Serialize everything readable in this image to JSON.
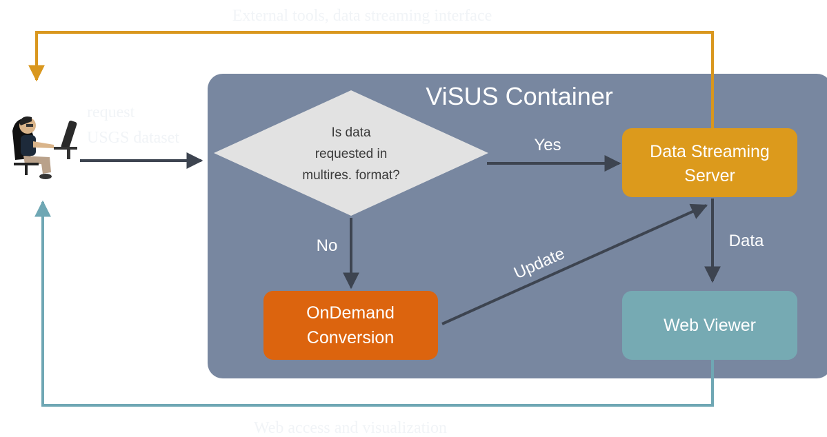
{
  "top_loop_label": "External tools, data streaming interface",
  "bottom_loop_label": "Web access and visualization",
  "request_label_line1": "request",
  "request_label_line2": "USGS dataset",
  "container_title": "ViSUS Container",
  "decision": {
    "line1": "Is data",
    "line2": "requested in",
    "line3": "multires. format?"
  },
  "yes_label": "Yes",
  "no_label": "No",
  "update_label": "Update",
  "data_label": "Data",
  "streaming_server": {
    "line1": "Data Streaming",
    "line2": "Server"
  },
  "ondemand": {
    "line1": "OnDemand",
    "line2": "Conversion"
  },
  "web_viewer": {
    "label": "Web Viewer"
  },
  "colors": {
    "container": "#7887a0",
    "decision": "#e2e2e2",
    "streaming_server": "#dc9a1c",
    "ondemand": "#dc640e",
    "web_viewer": "#76aab3",
    "top_loop": "#d9971e",
    "bottom_loop": "#6fa7b4",
    "arrow": "#3d4450"
  },
  "icons": {
    "user": "person-at-computer-icon"
  }
}
